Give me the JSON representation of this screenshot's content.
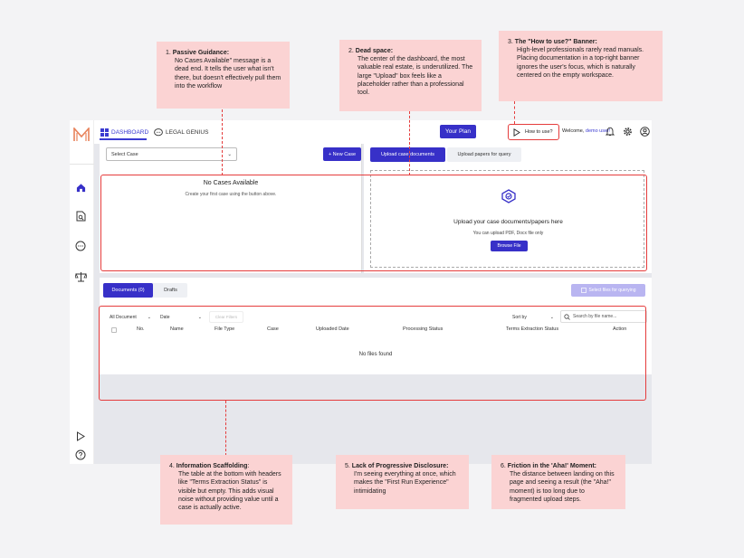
{
  "app": {
    "tabs": {
      "dashboard": "DASHBOARD",
      "legal_genius": "LEGAL GENIUS"
    },
    "your_plan": "Your Plan",
    "how_to_use": "How to use?",
    "welcome_prefix": "Welcome,",
    "welcome_user": "demo user!",
    "select_case": "Select Case",
    "new_case": "+ New Case",
    "no_cases_title": "No Cases Available",
    "no_cases_sub": "Create your first case using the button above.",
    "upload_tabs": [
      "Upload case documents",
      "Upload papers for query"
    ],
    "upload_title": "Upload your case documents/papers here",
    "upload_sub": "You can upload PDF, Docx file only",
    "browse_file": "Browse File",
    "doc_tabs": [
      "Documents (0)",
      "Drafts"
    ],
    "select_files": "Select files for querying",
    "filters": {
      "all_document": "All Document",
      "date": "Date",
      "clear": "Clear Filters",
      "sort_by": "Sort by",
      "search_placeholder": "Search by file name..."
    },
    "columns": [
      "No.",
      "Name",
      "File Type",
      "Case",
      "Uploaded Date",
      "Processing Status",
      "Terms Extraction Status",
      "Action"
    ],
    "no_files": "No files found",
    "accent_color": "#3730c8"
  },
  "notes": [
    {
      "num": "1.",
      "title": "Passive Guidance:",
      "body": "No Cases Available\" message is a dead end. It tells the user what isn't there, but doesn't effectively pull them into the workflow"
    },
    {
      "num": "2.",
      "title": "Dead space:",
      "body": "The center of the dashboard, the most valuable real estate, is underutilized. The large \"Upload\" box feels like a placeholder rather than a professional tool."
    },
    {
      "num": "3.",
      "title": "The \"How to use?\" Banner:",
      "body": "High-level professionals rarely read manuals. Placing documentation in a top-right banner ignores the user's focus, which is naturally centered on the empty workspace."
    },
    {
      "num": "4.",
      "title": "Information Scaffolding",
      "suffix": ":",
      "body": "The table at the bottom with headers like \"Terms Extraction Status\" is visible but empty. This adds visual noise without providing value until a case is actually active."
    },
    {
      "num": "5.",
      "title": "Lack of Progressive Disclosure:",
      "body": "I'm seeing everything at once, which makes the \"First Run Experience\" intimidating"
    },
    {
      "num": "6.",
      "title": "Friction in the 'Aha!' Moment:",
      "body": "The distance between landing on this page and seeing a result (the \"Aha!\" moment) is too long due to fragmented upload steps."
    }
  ]
}
